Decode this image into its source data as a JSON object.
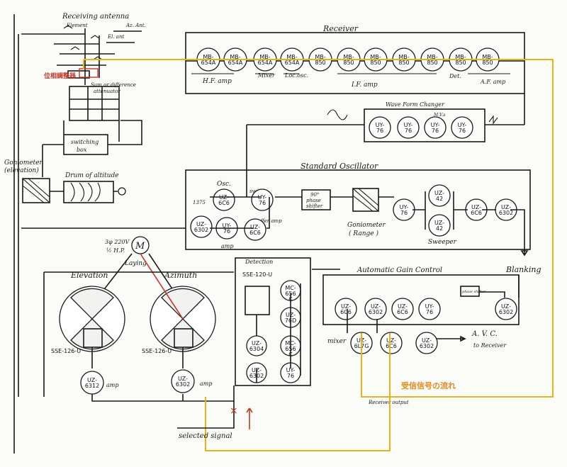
{
  "labels": {
    "receiving_antenna": "Receiving antenna",
    "element": "Element",
    "az_ant": "Az. Ant.",
    "el_ant": "El. ant",
    "phase_adjuster": "位相調整器",
    "sum_difference": "Sum or difference",
    "attenuator": "attenuator",
    "switching_box_1": "switching",
    "switching_box_2": "box",
    "goniometer_elev": "Goniometer",
    "goniometer_elev_sub": "(elevation)",
    "drum_of_altitude": "Drum of altitude",
    "receiver": "Receiver",
    "hf_amp": "H.F. amp",
    "mixer": "Mixer",
    "loc_osc": "Loc.osc.",
    "if_amp": "I.F. amp",
    "det": "Det.",
    "af_amp": "A.F. amp",
    "wave_form_changer": "Wave Form Changer",
    "mvs": "M.V.s",
    "standard_oscillator": "Standard Oscillator",
    "osc": "Osc.",
    "osc_freq": "1375",
    "switch": "switch",
    "buffer_amp": "Buffer amp",
    "phase_shifter_1": "90°",
    "phase_shifter_2": "phase",
    "phase_shifter_3": "shifter",
    "goniometer_range": "Goniometer",
    "goniometer_range_sub": "( Range )",
    "sweeper": "Sweeper",
    "amp": "amp",
    "blanking": "Blanking",
    "motor_spec": "3φ 220V",
    "motor_hp": "½ H.P.",
    "motor_letter": "M",
    "laying": "Laying",
    "elevation": "Elevation",
    "azimuth": "Azimuth",
    "detection": "Detection",
    "automatic_gain_control": "Automatic Gain Control",
    "phase_shifter_small": "phase shifter",
    "mixer_lower": "mixer",
    "avc": "A. V. C.",
    "to_receiver": "to Receiver",
    "reception_signal_flow": "受信信号の流れ",
    "receiver_output": "Receiver output",
    "selected_signal": "selected signal",
    "amp_elev": "amp",
    "amp_azim": "amp",
    "motor_left": "SSE-126-U",
    "motor_right": "SSE-126-U",
    "motor_detect": "SSE-120-U",
    "red_x": "×"
  },
  "tubes": {
    "receiver": [
      "MB-654A",
      "MB-654A",
      "MB-654A",
      "MB-654A",
      "MB-850",
      "MB-850",
      "MB-850",
      "MB-850",
      "MB-850",
      "MB-850",
      "MB-850"
    ],
    "wfc": [
      "UY-76",
      "UY-76",
      "UY-76",
      "UY-76"
    ],
    "osc": [
      "UZ-6C6",
      "UY-76",
      "UZ-6302",
      "UY-76",
      "UZ-6C6",
      "UY-76",
      "UZ-42",
      "UZ-42",
      "UZ-6C6",
      "UZ-6302"
    ],
    "agc": [
      "UZ-6C6",
      "UZ-6302",
      "UZ-6C6",
      "UY-76",
      "UZ-6302",
      "UZ-6L7G",
      "UZ-6C6",
      "UZ-6302"
    ],
    "detect": [
      "MC-656-C",
      "UZ-76D",
      "MC-656-C",
      "UY-76",
      "UZ-6304",
      "UZ-6302"
    ],
    "amps": [
      "UZ-6312",
      "UZ-6302"
    ]
  }
}
